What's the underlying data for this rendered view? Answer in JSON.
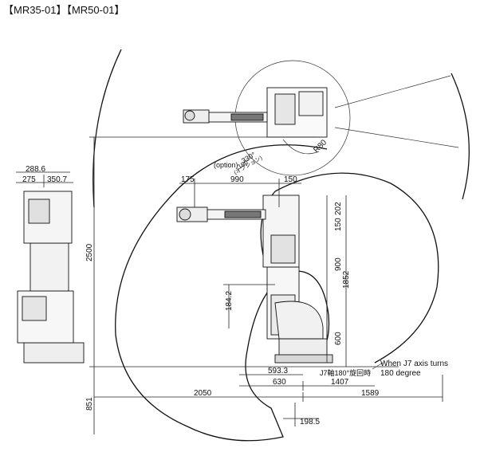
{
  "title": "【MR35-01】【MR50-01】",
  "dimensions": {
    "d288_6": "288.6",
    "d275": "275",
    "d350_7": "350.7",
    "d2500": "2500",
    "d851": "851",
    "d175": "175",
    "d990": "990",
    "d150_top": "150",
    "d202": "202",
    "d150_side": "150",
    "d900": "900",
    "d1852": "1852",
    "d184_2": "184.2",
    "d600": "600",
    "d593_3": "593.3",
    "d630": "630",
    "d1407": "1407",
    "d2050": "2050",
    "d1589": "1589",
    "d198_5": "198.5",
    "r80": "R80"
  },
  "annotations": {
    "angle_main": "330°",
    "angle_option": "180°",
    "angle_option_jp": "(オプション)",
    "option": "(option)",
    "j7_label": "J7軸180°旋回時",
    "j7_note_line1": "When J7 axis turns",
    "j7_note_line2": "180 degree"
  }
}
